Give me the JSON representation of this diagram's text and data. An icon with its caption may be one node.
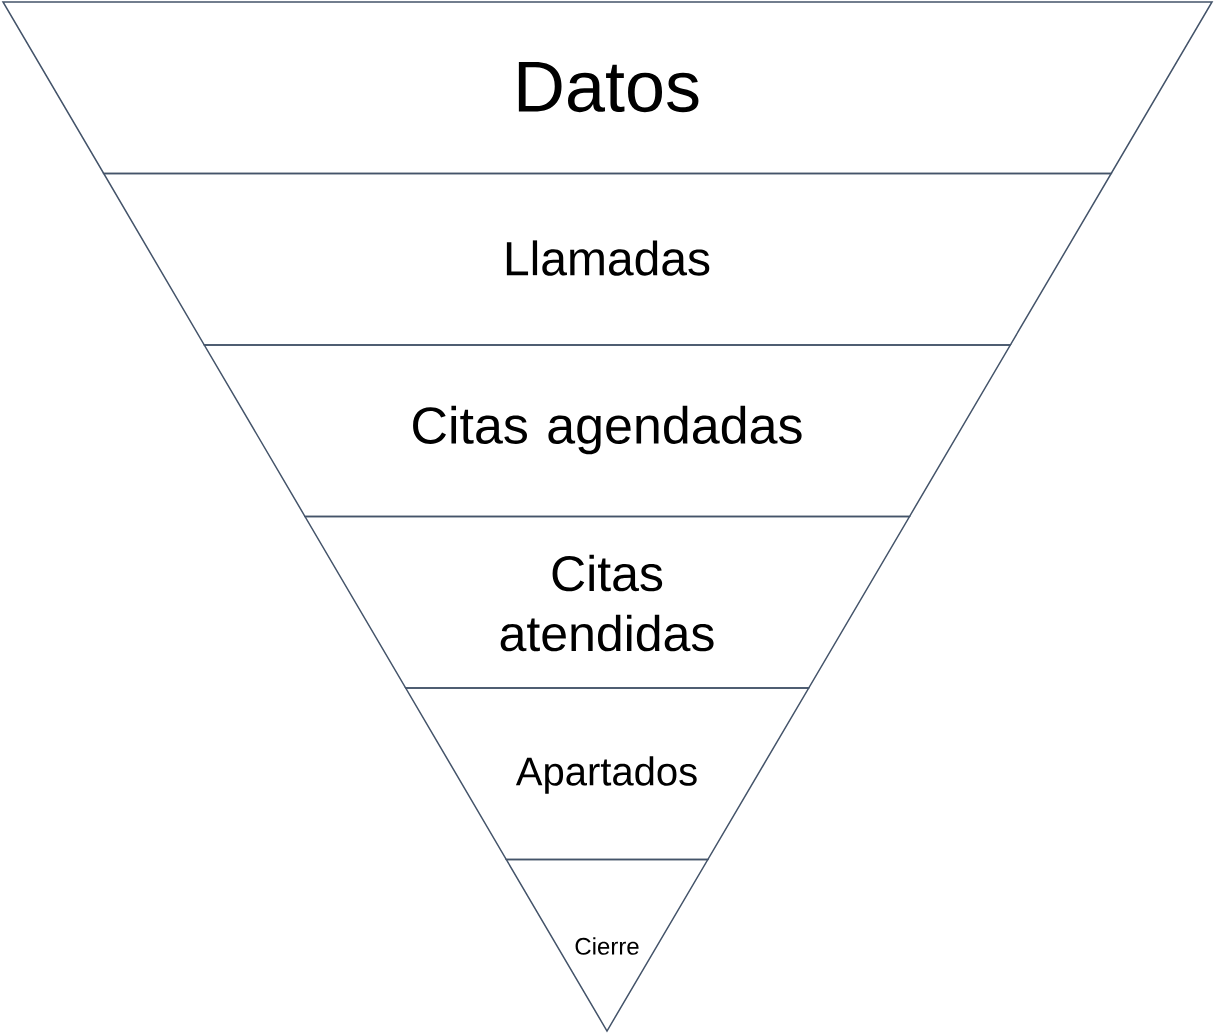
{
  "diagram": {
    "nodes": [
      {
        "text": [
          "Datos"
        ]
      },
      {
        "text": [
          "Llamadas"
        ]
      },
      {
        "text": [
          "Citas agendadas"
        ]
      },
      {
        "text": [
          "Citas atendidas"
        ]
      },
      {
        "text": [
          "Apartados"
        ]
      },
      {
        "text": [
          "Cierre"
        ]
      }
    ]
  }
}
